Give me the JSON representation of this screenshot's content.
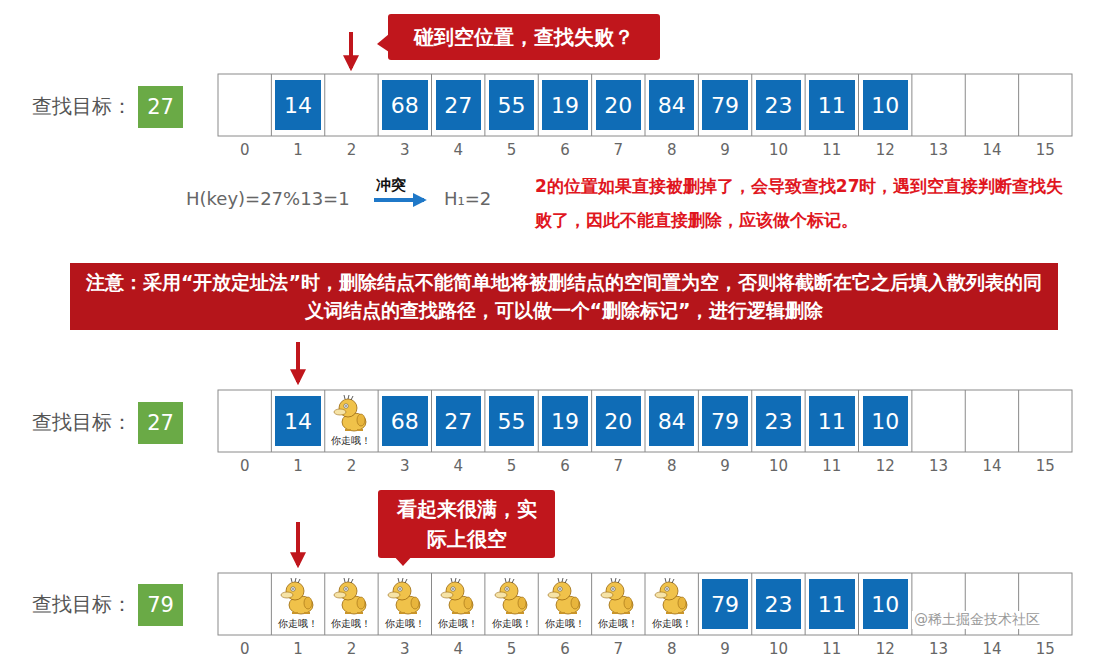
{
  "diagram": {
    "nodes": [
      {
        "text": [
          "碰到空位置，查找失败？"
        ]
      },
      {
        "text": [
          "27"
        ]
      },
      {
        "text": [
          "14"
        ]
      },
      {
        "text": [
          "68"
        ]
      },
      {
        "text": [
          "27"
        ]
      },
      {
        "text": [
          "55"
        ]
      },
      {
        "text": [
          "19"
        ]
      },
      {
        "text": [
          "20"
        ]
      },
      {
        "text": [
          "84"
        ]
      },
      {
        "text": [
          "79"
        ]
      },
      {
        "text": [
          "23"
        ]
      },
      {
        "text": [
          "11"
        ]
      },
      {
        "text": [
          "10"
        ]
      },
      {
        "text": [
          "注意：采用“开放定址法”时，删除结点不能简单地将被删结点的空间置为空，否则将截断在它之后填入散列表的同义词结点的查找路径，可以做一个“删除标记”，进行逻辑删除"
        ]
      },
      {
        "text": [
          "27"
        ]
      },
      {
        "text": [
          "14"
        ]
      },
      {
        "text": [
          "你走哦！"
        ]
      },
      {
        "text": [
          "68"
        ]
      },
      {
        "text": [
          "27"
        ]
      },
      {
        "text": [
          "55"
        ]
      },
      {
        "text": [
          "19"
        ]
      },
      {
        "text": [
          "20"
        ]
      },
      {
        "text": [
          "84"
        ]
      },
      {
        "text": [
          "79"
        ]
      },
      {
        "text": [
          "23"
        ]
      },
      {
        "text": [
          "11"
        ]
      },
      {
        "text": [
          "10"
        ]
      },
      {
        "text": [
          "看起来很满，实际上很空"
        ]
      },
      {
        "text": [
          "79"
        ]
      },
      {
        "text": [
          "你走哦！"
        ]
      },
      {
        "text": [
          "你走哦！"
        ]
      },
      {
        "text": [
          "你走哦！"
        ]
      },
      {
        "text": [
          "你走哦！"
        ]
      },
      {
        "text": [
          "你走哦！"
        ]
      },
      {
        "text": [
          "你走哦！"
        ]
      },
      {
        "text": [
          "你走哦！"
        ]
      },
      {
        "text": [
          "你走哦！"
        ]
      },
      {
        "text": [
          "79"
        ]
      },
      {
        "text": [
          "23"
        ]
      },
      {
        "text": [
          "11"
        ]
      },
      {
        "text": [
          "10"
        ]
      }
    ],
    "labels": [
      "查找目标：",
      "0",
      "1",
      "2",
      "3",
      "4",
      "5",
      "6",
      "7",
      "8",
      "9",
      "10",
      "11",
      "12",
      "13",
      "14",
      "15",
      "H(key)=27%13=1",
      "冲突",
      "H₁=2",
      "2的位置如果直接被删掉了，会导致查找27时，遇到空直接判断查找失败了，因此不能直接删除，应该做个标记。",
      "查找目标：",
      "0",
      "1",
      "2",
      "3",
      "4",
      "5",
      "6",
      "7",
      "8",
      "9",
      "10",
      "11",
      "12",
      "13",
      "14",
      "15",
      "查找目标：",
      "0",
      "1",
      "2",
      "3",
      "4",
      "5",
      "6",
      "7",
      "8",
      "9",
      "10",
      "11",
      "12",
      "13",
      "14",
      "15",
      "@稀土掘金技术社区"
    ]
  }
}
